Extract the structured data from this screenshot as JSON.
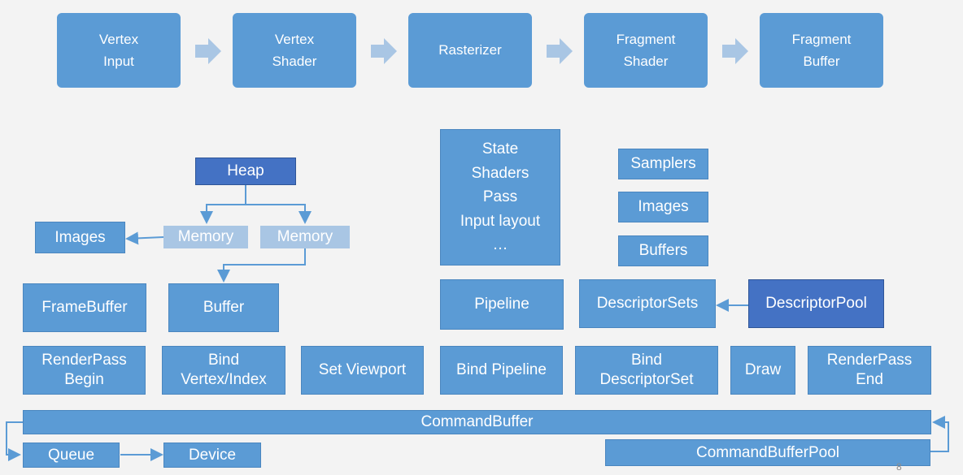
{
  "pipeline_stages": [
    {
      "label": "Vertex\nInput"
    },
    {
      "label": "Vertex\nShader"
    },
    {
      "label": "Rasterizer"
    },
    {
      "label": "Fragment\nShader"
    },
    {
      "label": "Fragment\nBuffer"
    }
  ],
  "memory": {
    "heap": "Heap",
    "memory_left": "Memory",
    "memory_right": "Memory",
    "images": "Images",
    "buffer": "Buffer",
    "framebuffer": "FrameBuffer"
  },
  "pipeline_state": {
    "content": "State\nShaders\nPass\nInput layout\n…",
    "pipeline": "Pipeline"
  },
  "descriptors": {
    "samplers": "Samplers",
    "images": "Images",
    "buffers": "Buffers",
    "descriptor_sets": "DescriptorSets",
    "descriptor_pool": "DescriptorPool"
  },
  "commands": [
    {
      "label": "RenderPass\nBegin"
    },
    {
      "label": "Bind\nVertex/Index"
    },
    {
      "label": "Set Viewport"
    },
    {
      "label": "Bind Pipeline"
    },
    {
      "label": "Bind\nDescriptorSet"
    },
    {
      "label": "Draw"
    },
    {
      "label": "RenderPass\nEnd"
    }
  ],
  "command_buffer": "CommandBuffer",
  "queue": "Queue",
  "device": "Device",
  "command_buffer_pool": "CommandBufferPool",
  "page_number": "8",
  "colors": {
    "box": "#5b9bd5",
    "dark_box": "#4472c4",
    "light_box": "#a9c6e4",
    "arrow": "#5b9bd5",
    "chevron": "#a9c6e4"
  }
}
